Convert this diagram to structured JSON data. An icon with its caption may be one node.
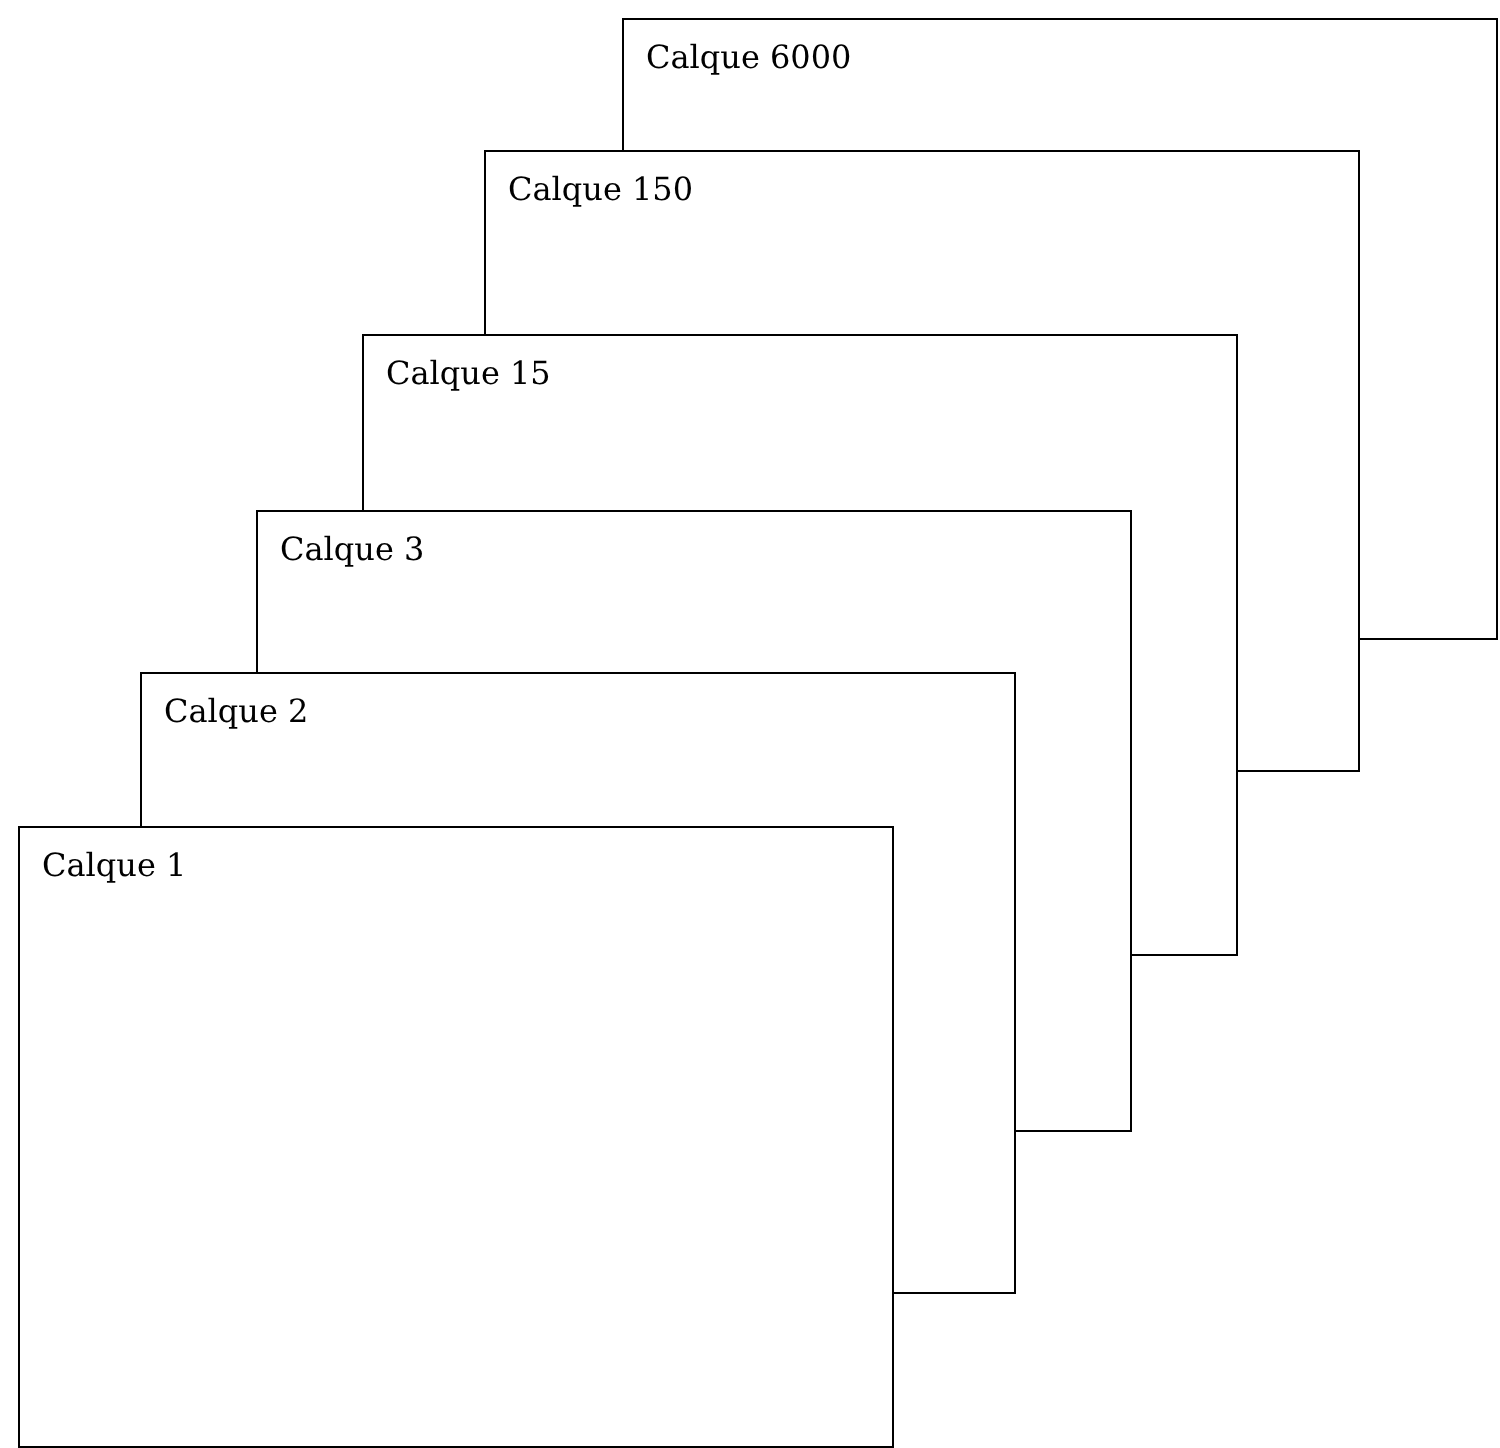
{
  "diagram": {
    "nodes": [
      {
        "text": [
          "Calque 6000"
        ]
      },
      {
        "text": [
          "Calque 150"
        ]
      },
      {
        "text": [
          "Calque 15"
        ]
      },
      {
        "text": [
          "Calque 3"
        ]
      },
      {
        "text": [
          "Calque 2"
        ]
      },
      {
        "text": [
          "Calque 1"
        ]
      }
    ]
  }
}
